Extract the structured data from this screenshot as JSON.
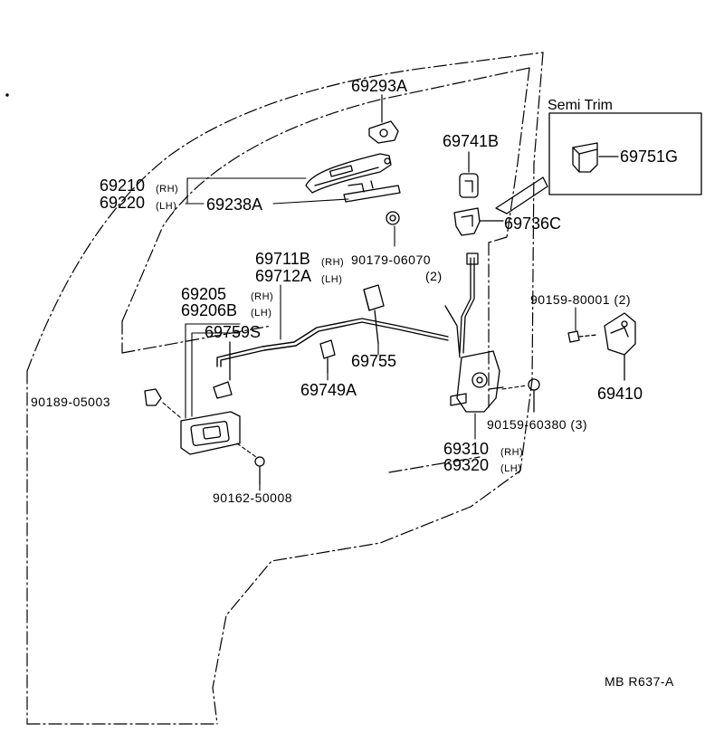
{
  "diagram": {
    "inset_title": "Semi Trim",
    "reference_code": "MB  R637-A",
    "parts": {
      "p69293A": "69293A",
      "p69741B": "69741B",
      "p69751G": "69751G",
      "p69210": "69210",
      "p69210_side": "(RH)",
      "p69220": "69220",
      "p69220_side": "(LH)",
      "p69238A": "69238A",
      "p69736C": "69736C",
      "p69711B": "69711B",
      "p69711B_side": "(RH)",
      "p69712A": "69712A",
      "p69712A_side": "(LH)",
      "p90179": "90179-06070",
      "p90179_qty": "(2)",
      "p90159_80001": "90159-80001 (2)",
      "p69205": "69205",
      "p69205_side": "(RH)",
      "p69206B": "69206B",
      "p69206B_side": "(LH)",
      "p69759S": "69759S",
      "p69755": "69755",
      "p69749A": "69749A",
      "p69410": "69410",
      "p90189": "90189-05003",
      "p90159_60380": "90159-60380 (3)",
      "p69310": "69310",
      "p69310_side": "(RH)",
      "p69320": "69320",
      "p69320_side": "(LH)",
      "p90162": "90162-50008"
    }
  }
}
